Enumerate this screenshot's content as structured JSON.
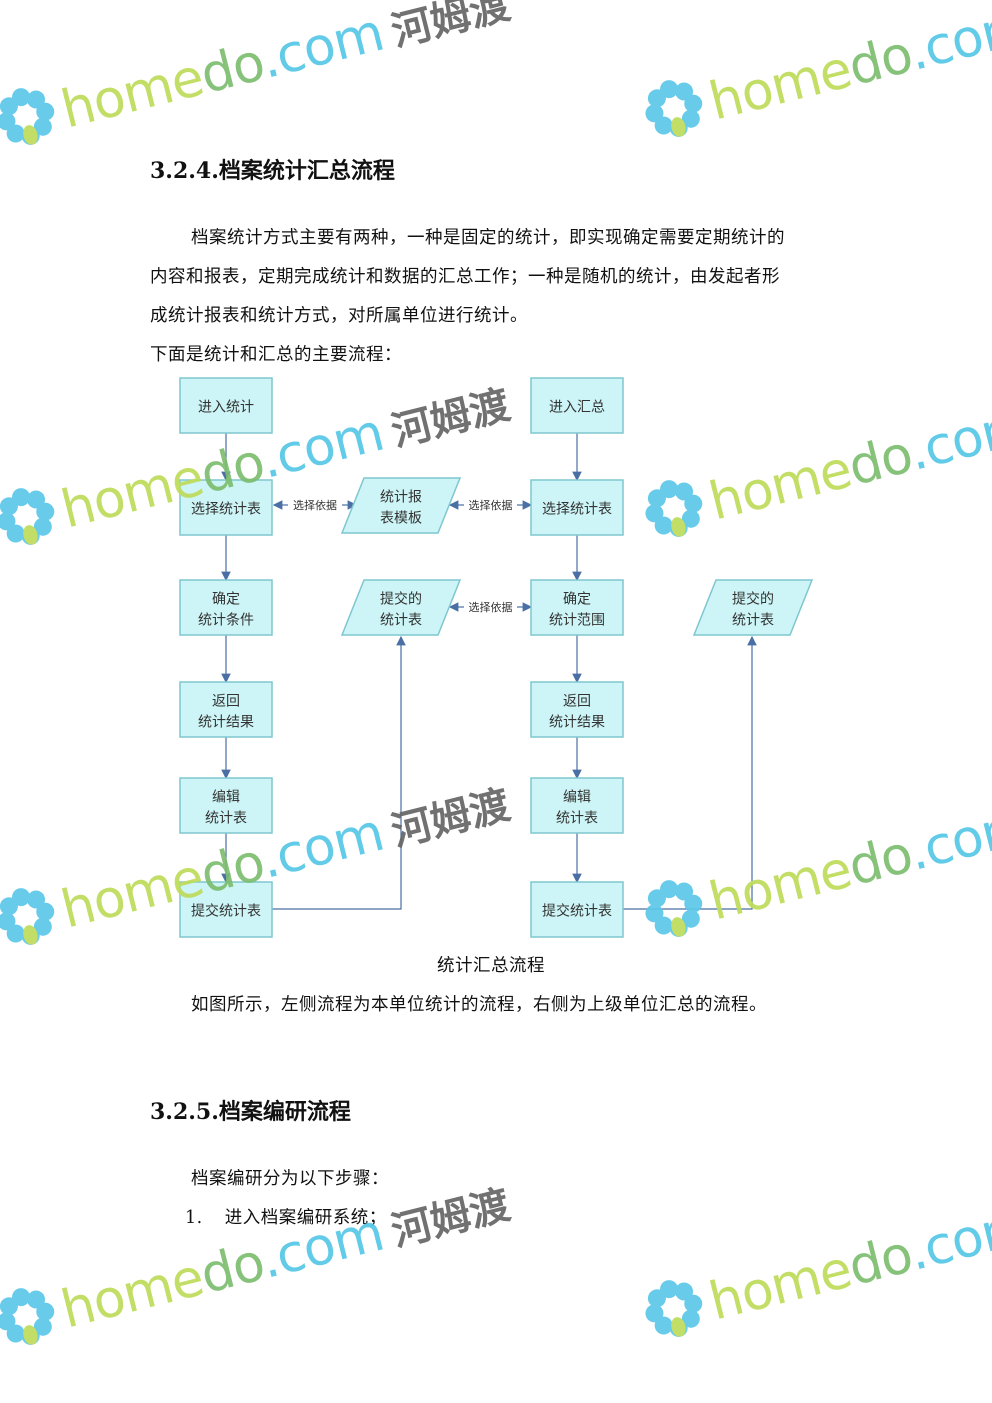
{
  "section1": {
    "heading": "3.2.4.档案统计汇总流程",
    "lines": [
      "档案统计方式主要有两种，一种是固定的统计，即实现确定需要定期统计的",
      "内容和报表，定期完成统计和数据的汇总工作；一种是随机的统计，由发起者形",
      "成统计报表和统计方式，对所属单位进行统计。",
      "下面是统计和汇总的主要流程："
    ],
    "caption": "统计汇总流程",
    "after": "如图所示，左侧流程为本单位统计的流程，右侧为上级单位汇总的流程。"
  },
  "flow": {
    "left": [
      [
        "进入统计"
      ],
      [
        "选择统计表"
      ],
      [
        "确定",
        "统计条件"
      ],
      [
        "返回",
        "统计结果"
      ],
      [
        "编辑",
        "统计表"
      ],
      [
        "提交统计表"
      ]
    ],
    "middle": [
      [
        "统计报",
        "表模板"
      ],
      [
        "提交的",
        "统计表"
      ]
    ],
    "right": [
      [
        "进入汇总"
      ],
      [
        "选择统计表"
      ],
      [
        "确定",
        "统计范围"
      ],
      [
        "返回",
        "统计结果"
      ],
      [
        "编辑",
        "统计表"
      ],
      [
        "提交统计表"
      ]
    ],
    "far_right": [
      [
        "提交的",
        "统计表"
      ]
    ],
    "edge_label": "选择依据"
  },
  "section2": {
    "heading": "3.2.5.档案编研流程",
    "intro": "档案编研分为以下步骤：",
    "steps": [
      {
        "num": "1.",
        "text": "进入档案编研系统；"
      }
    ]
  },
  "watermark": {
    "brand_home": "home",
    "brand_do": "do",
    "brand_com": ".com",
    "brand_cn": "河姆渡"
  },
  "colors": {
    "box_fill": "#cdf4f6",
    "box_stroke": "#7fc7cf",
    "arrow": "#4a6fa5"
  }
}
